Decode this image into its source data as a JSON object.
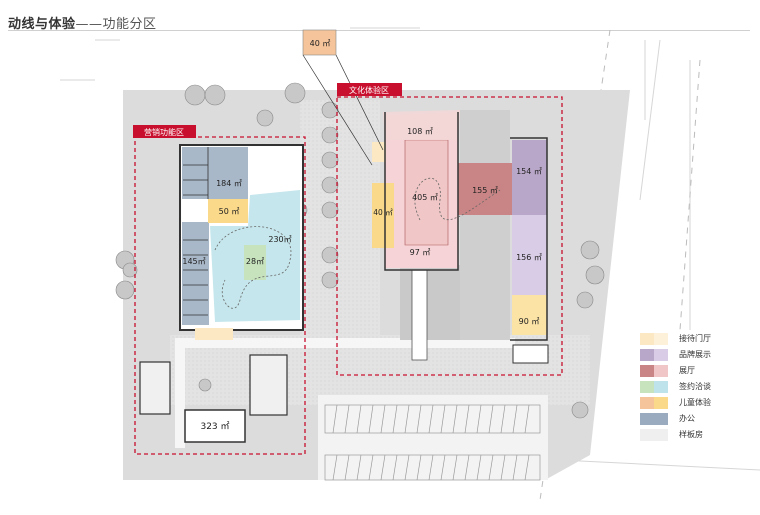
{
  "header": {
    "title_main": "动线与体验",
    "title_sub": "——功能分区"
  },
  "zones": {
    "marketing": "营销功能区",
    "culture": "文化体验区"
  },
  "areas": {
    "kids_remote": "40 ㎡",
    "office_184": "184 ㎡",
    "kids_50": "50 ㎡",
    "neg_230": "230㎡",
    "neg_28": "28㎡",
    "office_145": "145㎡",
    "sample_323": "323 ㎡",
    "reception_108": "108 ㎡",
    "reception_405": "405 ㎡",
    "reception_97": "97 ㎡",
    "kids_40": "40 ㎡",
    "hall_155": "155 ㎡",
    "brand_154": "154 ㎡",
    "brand_156": "156 ㎡",
    "reception_90": "90 ㎡"
  },
  "legend": [
    {
      "label": "接待门厅",
      "colors": [
        "#fce9c4",
        "#fdf1d9"
      ]
    },
    {
      "label": "品牌展示",
      "colors": [
        "#b9a7c9",
        "#d9cce6"
      ]
    },
    {
      "label": "展厅",
      "colors": [
        "#c98585",
        "#f0c6c6"
      ]
    },
    {
      "label": "签约洽谈",
      "colors": [
        "#c6e3bd",
        "#bfe3ea"
      ]
    },
    {
      "label": "儿童体验",
      "colors": [
        "#f5c49a",
        "#fbd98a"
      ]
    },
    {
      "label": "办公",
      "colors": [
        "#9aabbf",
        "#9aabbf"
      ]
    },
    {
      "label": "样板房",
      "colors": [
        "#efefef",
        "#efefef"
      ]
    }
  ],
  "colors": {
    "zone_boundary": "#c8102e",
    "zone_tag": "#c8102e",
    "site": "#d9d9d9",
    "plaza": "#e6e6e6"
  }
}
